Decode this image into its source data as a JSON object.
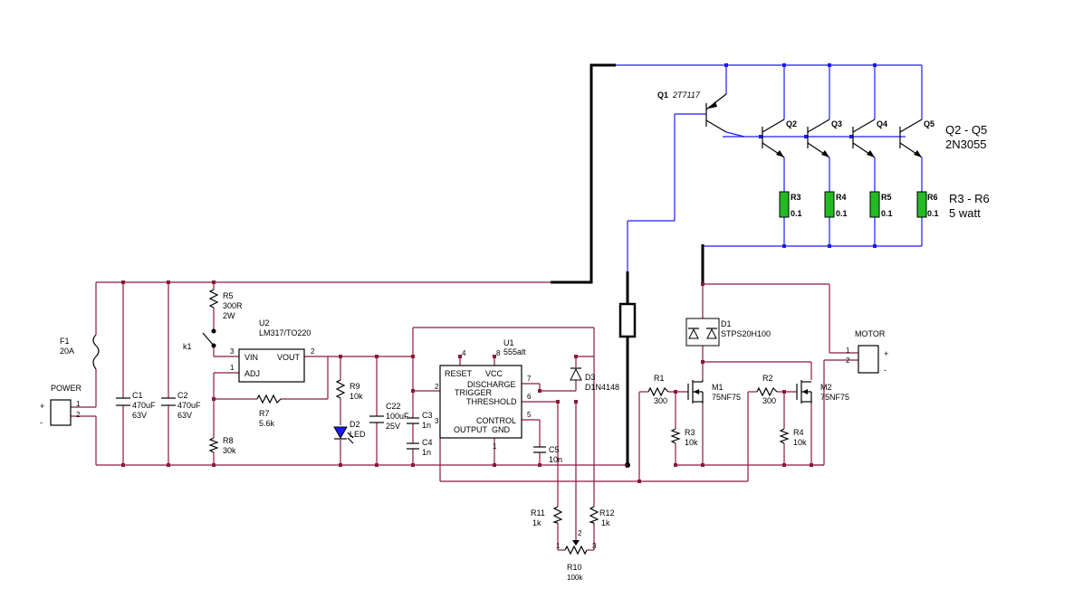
{
  "labels": {
    "q1": "Q1",
    "q1_part": "2T7117",
    "q2": "Q2",
    "q3": "Q3",
    "q4": "Q4",
    "q5": "Q5",
    "q_group": "Q2 - Q5",
    "q_part": "2N3055",
    "r3": "R3",
    "r4": "R4",
    "r5": "R5",
    "r6": "R6",
    "r_ohm": "0.1",
    "r_group": "R3 - R6",
    "r_watt": "5 watt",
    "r5b": "R5",
    "r5b_val": "300R",
    "r5b_w": "2W",
    "k1": "k1",
    "u2": "U2",
    "u2_part": "LM317/TO220",
    "u2_vin": "VIN",
    "u2_vout": "VOUT",
    "u2_adj": "ADJ",
    "u2_pin3": "3",
    "u2_pin2": "2",
    "u2_pin1": "1",
    "f1": "F1",
    "f1_val": "20A",
    "power": "POWER",
    "pwr_plus": "+",
    "pwr_minus": "-",
    "pwr_p1": "1",
    "pwr_p2": "2",
    "c1": "C1",
    "c1_val": "470uF",
    "c1_v": "63V",
    "c2": "C2",
    "c2_val": "470uF",
    "c2_v": "63V",
    "r7": "R7",
    "r7_val": "5.6k",
    "r8": "R8",
    "r8_val": "30k",
    "r9": "R9",
    "r9_val": "10k",
    "d2": "D2",
    "d2_val": "LED",
    "c22": "C22",
    "c22_val": "100uF",
    "c22_v": "25V",
    "c3": "C3",
    "c3_val": "1n",
    "c4": "C4",
    "c4_val": "1n",
    "u1": "U1",
    "u1_part": "555alt",
    "u1_reset": "RESET",
    "u1_vcc": "VCC",
    "u1_discharge": "DISCHARGE",
    "u1_trigger": "TRIGGER",
    "u1_threshold": "THRESHOLD",
    "u1_control": "CONTROL",
    "u1_output": "OUTPUT",
    "u1_gnd": "GND",
    "u1_pin4": "4",
    "u1_pin8": "8",
    "u1_pin7": "7",
    "u1_pin2": "2",
    "u1_pin6": "6",
    "u1_pin5": "5",
    "u1_pin3": "3",
    "u1_pin1": "1",
    "c5": "C5",
    "c5_val": "10n",
    "d3": "D3",
    "d3_val": "D1N4148",
    "r11": "R11",
    "r11_val": "1k",
    "r12": "R12",
    "r12_val": "1k",
    "r10": "R10",
    "r10_val": "100k",
    "r10_p1": "1",
    "r10_p2": "2",
    "r10_p3": "3",
    "d1": "D1",
    "d1_val": "STPS20H100",
    "motor": "MOTOR",
    "motor_plus": "+",
    "motor_minus": "-",
    "motor_p1": "1",
    "motor_p2": "2",
    "r1": "R1",
    "r1_val": "300",
    "r2": "R2",
    "r2_val": "300",
    "r3b": "R3",
    "r3b_val": "10k",
    "r4b": "R4",
    "r4b_val": "10k",
    "m1": "M1",
    "m1_val": "75NF75",
    "m2": "M2",
    "m2_val": "75NF75"
  },
  "colors": {
    "wire": "#8b1a3a",
    "wire_blue": "#1a1aff",
    "shunt": "#22bb22",
    "led": "#1a1aff"
  }
}
